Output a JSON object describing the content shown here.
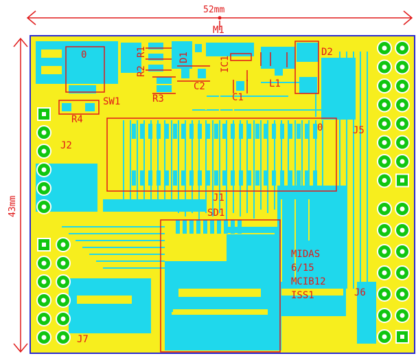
{
  "dimensions": {
    "width_label": "52mm",
    "height_label": "43mm",
    "dimension_color": "#e01818"
  },
  "board": {
    "name": "M1",
    "outline_color": "#2a2ad0",
    "top_copper_color": "#f7ee1e",
    "bottom_copper_color": "#1fd8ec",
    "pad_color": "#10c610",
    "silkscreen_color": "#e01818"
  },
  "labels": {
    "r2": "R2",
    "r1": "R1",
    "d1": "D1",
    "ic1": "IC1",
    "d2": "D2",
    "c2": "C2",
    "c1": "C1",
    "l1": "L1",
    "r3": "R3",
    "sw1": "SW1",
    "r4": "R4",
    "j2": "J2",
    "j5": "J5",
    "j1": "J1",
    "sd1": "SD1",
    "j6": "J6",
    "j7": "J7",
    "pin1_marker_a": "0",
    "pin1_marker_b": "0"
  },
  "board_text": [
    "MIDAS",
    "6/15",
    "MCIB12",
    "ISS1"
  ]
}
